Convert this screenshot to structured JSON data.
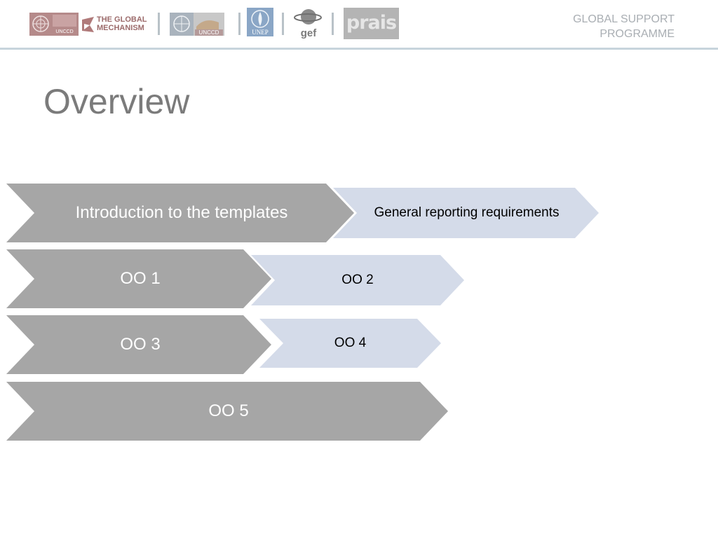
{
  "header": {
    "logos": {
      "unccd_label": "UNCCD",
      "gm_line1": "THE GLOBAL",
      "gm_line2": "MECHANISM",
      "unccd2_label": "UNCCD",
      "unep_label": "UNEP",
      "gef_label": "gef",
      "prais_label": "prais"
    },
    "programme_line1": "GLOBAL SUPPORT",
    "programme_line2": "PROGRAMME"
  },
  "slide": {
    "title": "Overview",
    "chevrons": [
      {
        "label": "Introduction to the templates"
      },
      {
        "label": "General reporting requirements"
      },
      {
        "label": "OO 1"
      },
      {
        "label": "OO 2"
      },
      {
        "label": "OO 3"
      },
      {
        "label": "OO 4"
      },
      {
        "label": "OO 5"
      }
    ]
  },
  "colors": {
    "grey_chevron": "#a6a6a6",
    "light_chevron": "#d4dbe9",
    "title": "#7b7b7b",
    "header_rule": "#c7d4dc"
  }
}
